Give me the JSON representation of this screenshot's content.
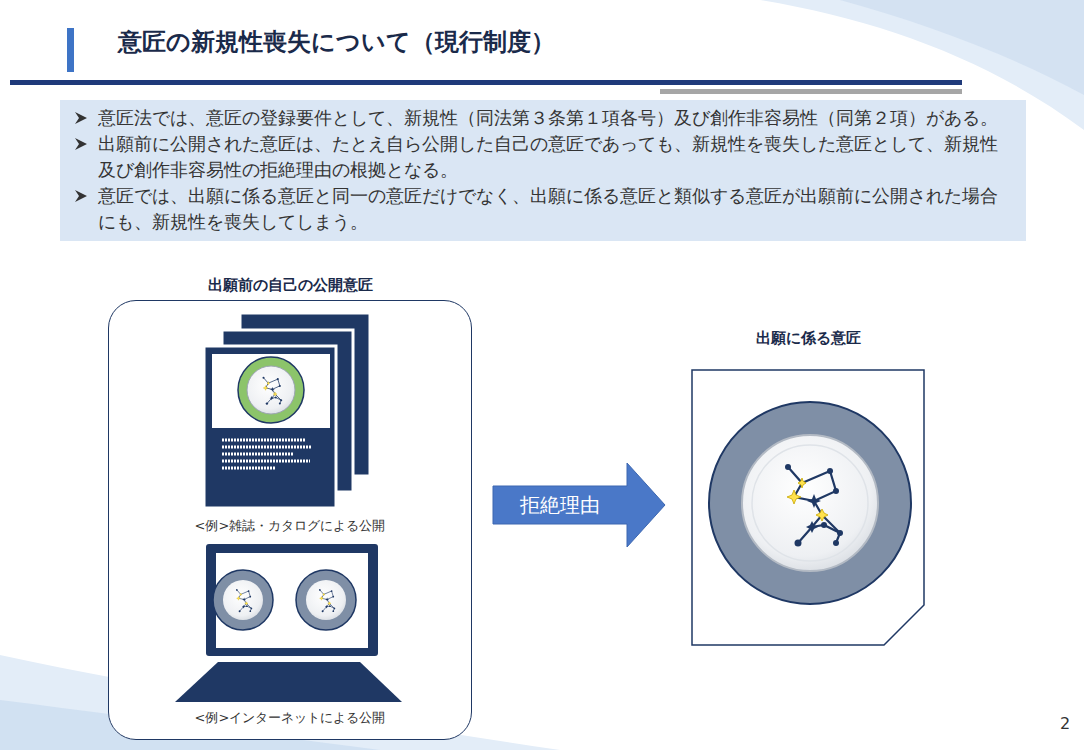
{
  "diagram": {
    "title": "意匠の新規性喪失について（現行制度）",
    "nodes": [
      {
        "text": [
          "意匠法では、意匠の登録要件として、新規性（同法第３条第１項各号）及び創作非容易性（同第２項）がある。",
          "出願前に公開された意匠は、たとえ自ら公開した自己の意匠であっても、新規性を喪失した意匠として、新規性及び創作非容易性の拒絶理由の根拠となる。",
          "意匠では、出願に係る意匠と同一の意匠だけでなく、出願に係る意匠と類似する意匠が出願前に公開された場合にも、新規性を喪失してしまう。"
        ]
      },
      {
        "text": [
          "出願前の自己の公開意匠",
          "<例>雑誌・カタログによる公開",
          "<例>インターネットによる公開"
        ]
      },
      {
        "text": [
          "出願に係る意匠"
        ]
      }
    ],
    "edges": [
      {
        "from": 1,
        "to": 2,
        "arrow": "to",
        "label": "拒絶理由"
      }
    ],
    "labels": [
      "2"
    ]
  }
}
